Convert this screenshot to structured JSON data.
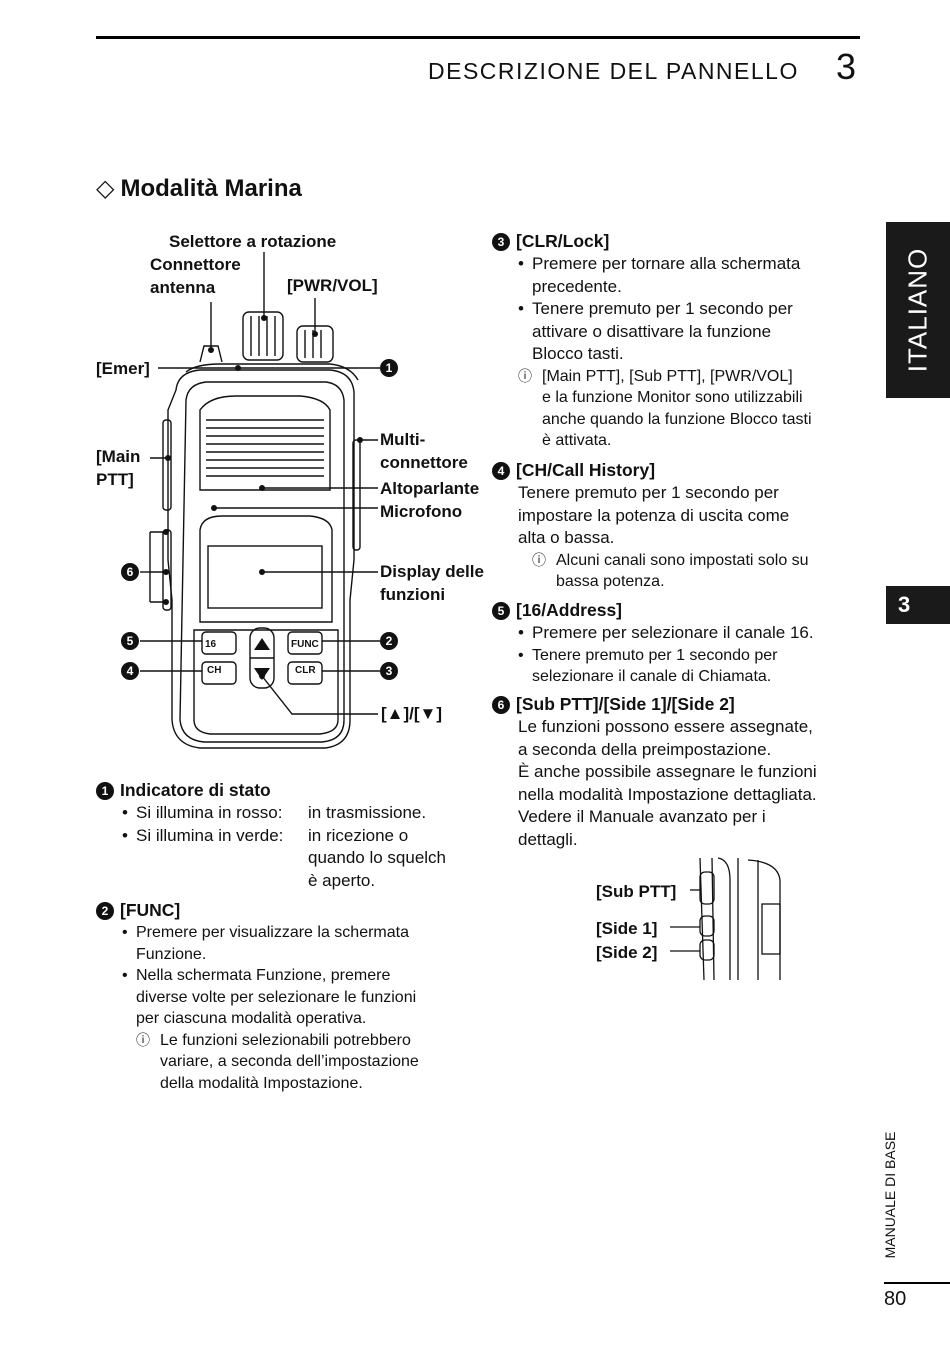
{
  "header": {
    "chapter_title": "DESCRIZIONE DEL PANNELLO",
    "chapter_num": "3"
  },
  "section": {
    "symbol": "◇",
    "title": "Modalità Marina"
  },
  "figure": {
    "labels": {
      "rotary": "Selettore a rotazione",
      "antenna_1": "Connettore",
      "antenna_2": "antenna",
      "pwr": "[PWR/VOL]",
      "emer": "[Emer]",
      "main_ptt_1": "[Main",
      "main_ptt_2": "PTT]",
      "multi_1": "Multi-",
      "multi_2": "connettore",
      "speaker": "Altoparlante",
      "mic": "Microfono",
      "display_1": "Display delle",
      "display_2": "funzioni",
      "updown": "[▲]/[▼]"
    },
    "callouts": [
      "1",
      "2",
      "3",
      "4",
      "5",
      "6"
    ],
    "keys": {
      "k16": "16",
      "func": "FUNC",
      "clr": "CLR",
      "ch": "CH"
    }
  },
  "items": {
    "i1": {
      "num": "1",
      "title": "Indicatore di stato",
      "rows": [
        {
          "bullet": "•",
          "label": "Si illumina in rosso:",
          "value": "in trasmissione."
        },
        {
          "bullet": "•",
          "label": "Si illumina in verde:",
          "value": "in ricezione o"
        }
      ],
      "cont": [
        "quando lo squelch",
        "è aperto."
      ]
    },
    "i2": {
      "num": "2",
      "title": "[FUNC]",
      "b1": [
        "Premere per visualizzare la schermata",
        "Funzione."
      ],
      "b2": [
        "Nella schermata Funzione, premere",
        "diverse volte per selezionare le funzioni",
        "per ciascuna modalità operativa."
      ],
      "note": [
        "Le funzioni selezionabili potrebbero",
        "variare, a seconda dell’impostazione",
        "della modalità Impostazione."
      ]
    },
    "i3": {
      "num": "3",
      "title": "[CLR/Lock]",
      "b1": [
        "Premere per tornare alla schermata",
        "precedente."
      ],
      "b2": [
        "Tenere premuto per 1 secondo per",
        "attivare o disattivare la funzione",
        "Blocco tasti."
      ],
      "note": [
        "[Main PTT], [Sub PTT], [PWR/VOL]",
        "e la funzione Monitor sono utilizzabili",
        "anche quando la funzione Blocco tasti",
        "è attivata."
      ]
    },
    "i4": {
      "num": "4",
      "title": "[CH/Call History]",
      "text": [
        "Tenere premuto per 1 secondo per",
        "impostare la potenza di uscita come",
        "alta o bassa."
      ],
      "note": [
        "Alcuni canali sono impostati solo su",
        "bassa potenza."
      ]
    },
    "i5": {
      "num": "5",
      "title": "[16/Address]",
      "b1": [
        "Premere per selezionare il canale 16."
      ],
      "b2": [
        "Tenere premuto per 1 secondo per",
        "selezionare il canale di Chiamata."
      ]
    },
    "i6": {
      "num": "6",
      "title": "[Sub PTT]/[Side 1]/[Side 2]",
      "text": [
        "Le funzioni possono essere assegnate,",
        "a seconda della preimpostazione.",
        "È anche possibile assegnare le funzioni",
        "nella modalità Impostazione dettagliata.",
        "Vedere il Manuale avanzato per i",
        "dettagli."
      ]
    }
  },
  "side_figure": {
    "sub_ptt": "[Sub PTT]",
    "side1": "[Side 1]",
    "side2": "[Side 2]"
  },
  "tabs": {
    "language": "ITALIANO",
    "chapter": "3"
  },
  "footer": {
    "manual": "MANUALE DI BASE",
    "page": "80"
  }
}
